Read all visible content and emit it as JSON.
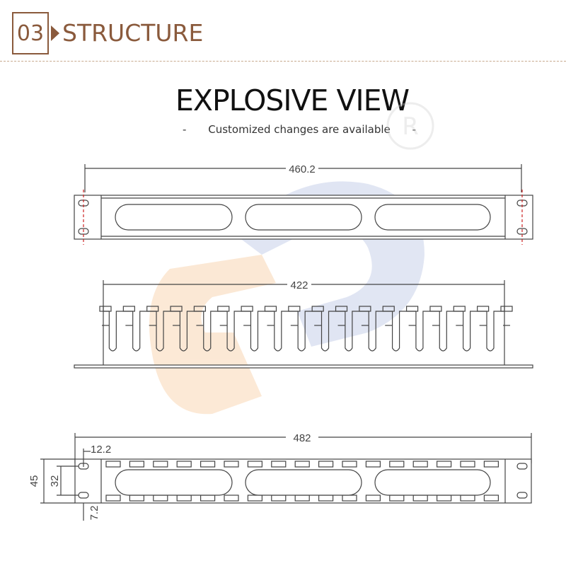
{
  "header": {
    "number": "03",
    "title": "STRUCTURE"
  },
  "title": "EXPLOSIVE VIEW",
  "subtitle": {
    "dash_left": "-",
    "text": "Customized changes are available",
    "dash_right": "-"
  },
  "watermark": {
    "mark": "R"
  },
  "front_view": {
    "width_label": "460.2"
  },
  "middle_view": {
    "width_label": "422"
  },
  "bottom_view": {
    "width_label": "482",
    "offset_label": "12.2",
    "height_label": "45",
    "hole_spacing_label": "32",
    "edge_label": "7.2"
  },
  "colors": {
    "brand": "#8a5a3c",
    "line": "#444444",
    "center_line": "#cc2222",
    "watermark_orange": "#f4a25a",
    "watermark_blue": "#7a8ec9"
  }
}
